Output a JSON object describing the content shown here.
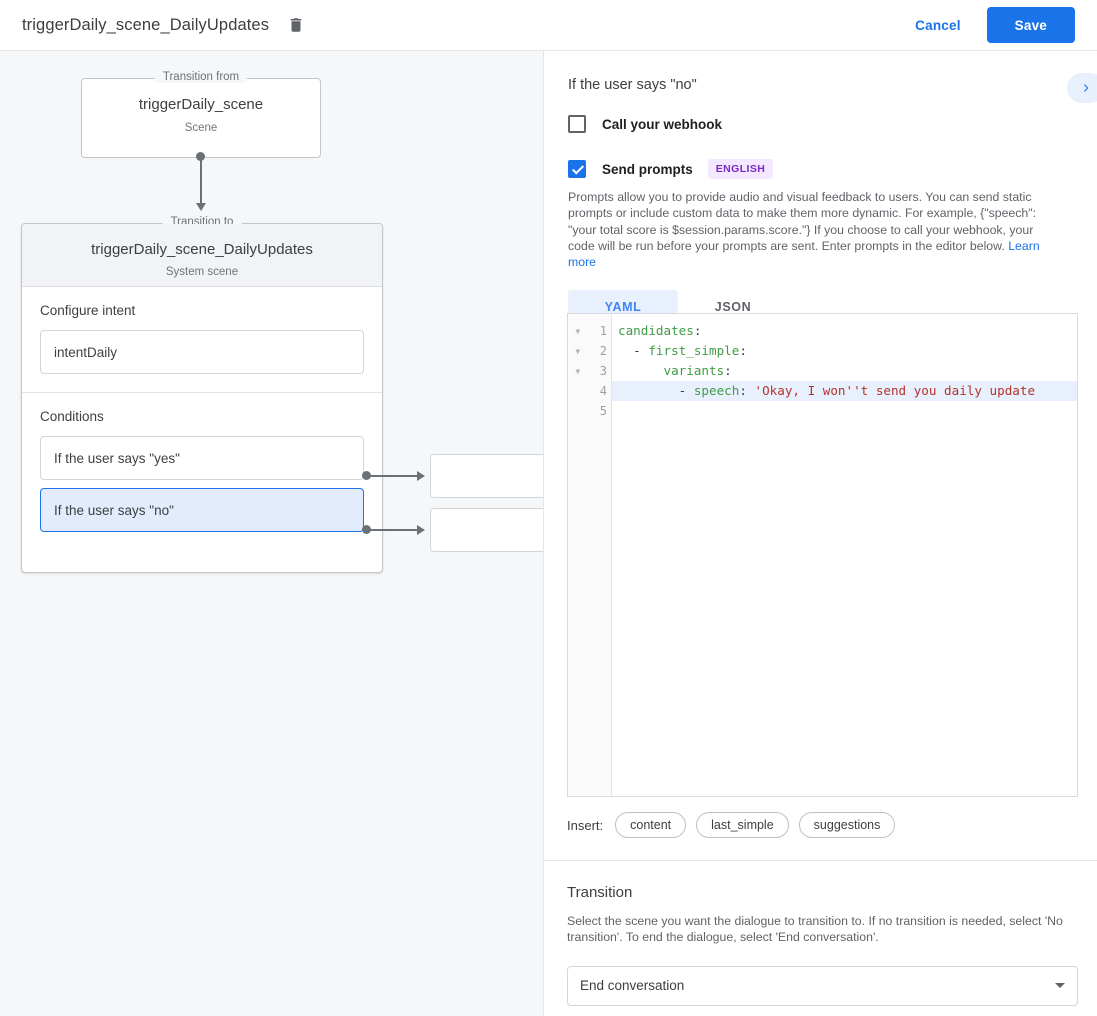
{
  "topbar": {
    "title": "triggerDaily_scene_DailyUpdates",
    "delete_icon": "trash-icon",
    "cancel_label": "Cancel",
    "save_label": "Save",
    "accent_color": "#1a73e8"
  },
  "canvas": {
    "from_card": {
      "legend": "Transition from",
      "name": "triggerDaily_scene",
      "type": "Scene"
    },
    "to_card": {
      "legend": "Transition to",
      "name": "triggerDaily_scene_DailyUpdates",
      "type": "System scene",
      "intent_section_title": "Configure intent",
      "intent_value": "intentDaily",
      "conditions_section_title": "Conditions",
      "conditions": [
        {
          "label": "If the user says \"yes\"",
          "selected": false
        },
        {
          "label": "If the user says \"no\"",
          "selected": true
        }
      ]
    }
  },
  "panel": {
    "title": "If the user says \"no\"",
    "expand_icon": "chevron-right-icon",
    "webhook": {
      "label": "Call your webhook",
      "checked": false
    },
    "prompts": {
      "label": "Send prompts",
      "checked": true,
      "language_badge": "ENGLISH",
      "badge_bg": "#f3e8fd",
      "badge_color": "#7b29c9",
      "description": "Prompts allow you to provide audio and visual feedback to users. You can send static prompts or include custom data to make them more dynamic. For example, {\"speech\": \"your total score is $session.params.score.\"} If you choose to call your webhook, your code will be run before your prompts are sent. Enter prompts in the editor below.",
      "learn_more": "Learn more"
    },
    "editor": {
      "tabs": [
        {
          "label": "YAML",
          "active": true
        },
        {
          "label": "JSON",
          "active": false
        }
      ],
      "lines": [
        {
          "num": "1",
          "fold": true,
          "highlighted": false,
          "segments": [
            {
              "t": "candidates",
              "c": "k"
            },
            {
              "t": ":",
              "c": "p"
            }
          ]
        },
        {
          "num": "2",
          "fold": true,
          "highlighted": false,
          "segments": [
            {
              "t": "  - ",
              "c": "p"
            },
            {
              "t": "first_simple",
              "c": "k"
            },
            {
              "t": ":",
              "c": "p"
            }
          ]
        },
        {
          "num": "3",
          "fold": true,
          "highlighted": false,
          "segments": [
            {
              "t": "      ",
              "c": "p"
            },
            {
              "t": "variants",
              "c": "k"
            },
            {
              "t": ":",
              "c": "p"
            }
          ]
        },
        {
          "num": "4",
          "fold": false,
          "highlighted": true,
          "segments": [
            {
              "t": "        - ",
              "c": "p"
            },
            {
              "t": "speech",
              "c": "k"
            },
            {
              "t": ": ",
              "c": "p"
            },
            {
              "t": "'Okay, I won''t send you daily update",
              "c": "s"
            }
          ]
        },
        {
          "num": "5",
          "fold": false,
          "highlighted": false,
          "segments": []
        }
      ]
    },
    "insert": {
      "label": "Insert:",
      "chips": [
        "content",
        "last_simple",
        "suggestions"
      ]
    },
    "transition": {
      "title": "Transition",
      "description": "Select the scene you want the dialogue to transition to. If no transition is needed, select 'No transition'. To end the dialogue, select 'End conversation'.",
      "selected_value": "End conversation",
      "caret_icon": "caret-down-icon"
    }
  }
}
